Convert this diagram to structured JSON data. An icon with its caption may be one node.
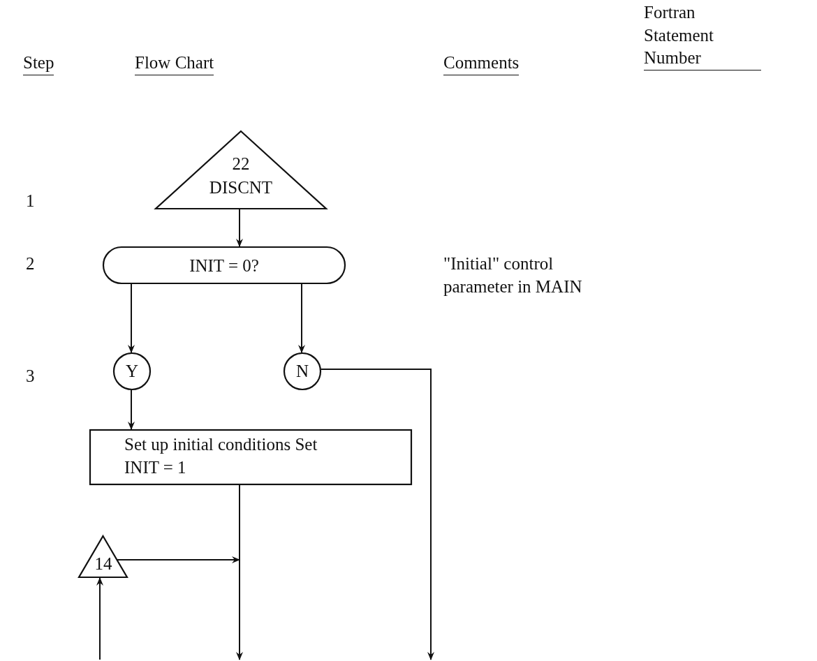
{
  "diagram": {
    "nodes": [
      {
        "text": [
          "22",
          "DISCNT"
        ]
      },
      {
        "text": [
          "INIT = 0?"
        ]
      },
      {
        "text": [
          "Y"
        ]
      },
      {
        "text": [
          "N"
        ]
      },
      {
        "text": [
          "Set up initial conditions Set INIT = 1"
        ]
      },
      {
        "text": [
          "14"
        ]
      }
    ],
    "edges": [
      {
        "from": 0,
        "to": 1,
        "arrow": "to"
      },
      {
        "from": 1,
        "to": 2,
        "arrow": "to"
      },
      {
        "from": 1,
        "to": 3,
        "arrow": "to"
      },
      {
        "from": 2,
        "to": 4,
        "arrow": "to"
      },
      {
        "from": 4,
        "to": null,
        "arrow": "to"
      },
      {
        "from": 5,
        "to": null,
        "arrow": "to"
      },
      {
        "from": null,
        "to": 5,
        "arrow": "to"
      },
      {
        "from": 3,
        "to": null,
        "arrow": "to"
      }
    ],
    "labels": [
      "Step",
      "Flow Chart",
      "Comments",
      "Fortran Statement Number",
      "1",
      "2",
      "3",
      "\"Initial\" control parameter in MAIN"
    ]
  }
}
